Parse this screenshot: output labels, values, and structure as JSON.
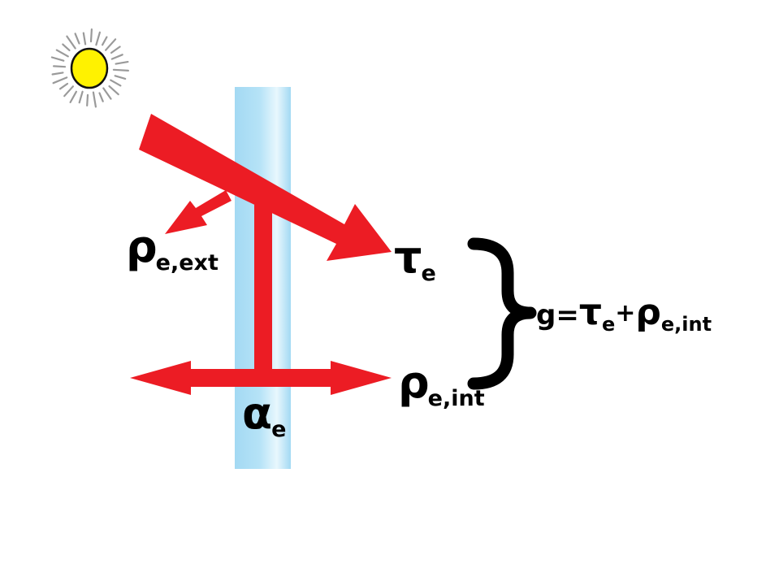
{
  "colors": {
    "beam": "#ec1c24",
    "glass": "#a8dcf4",
    "sun_fill": "#fff200",
    "sun_rays": "#9a9a9a",
    "text": "#000000"
  },
  "icons": {
    "sun": "sun-icon",
    "brace": "right-curly-brace"
  },
  "labels": {
    "rho_ext": {
      "symbol": "ρ",
      "sub": "e,ext"
    },
    "tau": {
      "symbol": "τ",
      "sub": "e"
    },
    "rho_int": {
      "symbol": "ρ",
      "sub": "e,int"
    },
    "alpha": {
      "symbol": "α",
      "sub": "e"
    },
    "formula": {
      "lhs": "g",
      "equals": "=",
      "tau_symbol": "τ",
      "tau_sub": "e",
      "plus": "+",
      "rho_symbol": "ρ",
      "rho_sub": "e,int"
    }
  }
}
